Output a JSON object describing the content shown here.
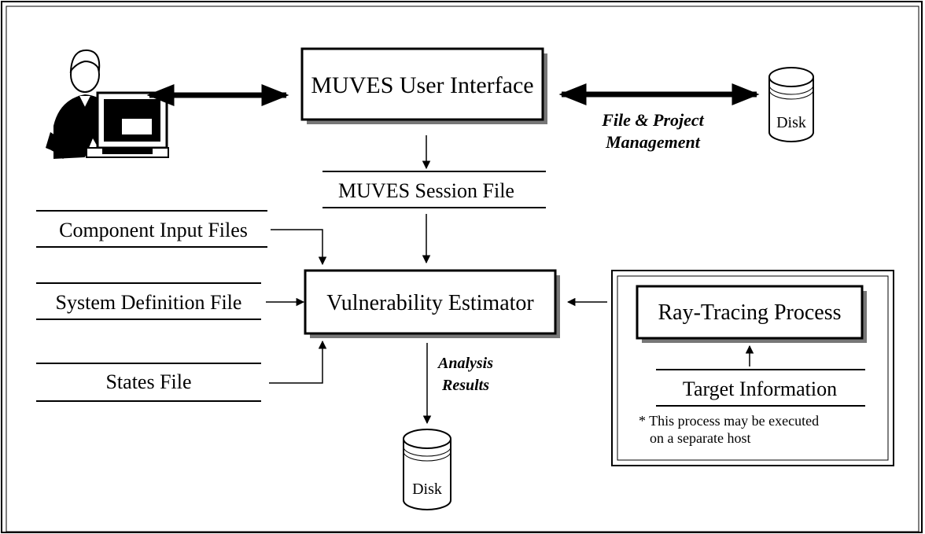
{
  "diagram": {
    "ui_label": "MUVES User Interface",
    "disk_label": "Disk",
    "file_mgmt_line1": "File & Project",
    "file_mgmt_line2": "Management",
    "session_file": "MUVES Session File",
    "component_files": "Component Input Files",
    "system_def_file": "System Definition File",
    "states_file": "States File",
    "estimator": "Vulnerability Estimator",
    "analysis_line1": "Analysis",
    "analysis_line2": "Results",
    "raytrace": "Ray-Tracing Process",
    "target_info": "Target Information",
    "note_line1": "* This process may be executed",
    "note_line2": "on a separate host",
    "colors": {
      "ink": "#000000",
      "shadow": "#555555",
      "paper": "#ffffff"
    }
  }
}
